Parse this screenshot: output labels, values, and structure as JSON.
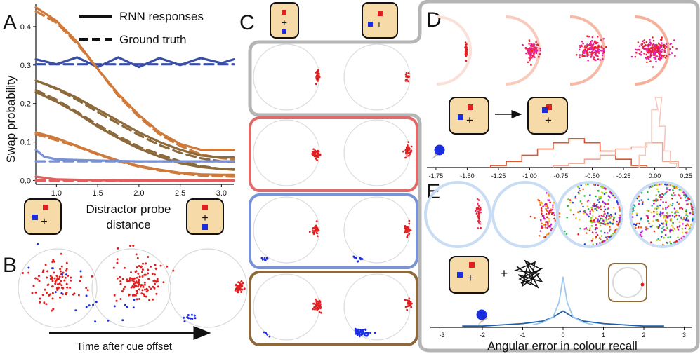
{
  "panels": {
    "A": {
      "letter": "A",
      "ylabel": "Swap probability",
      "xlabel_line1": "Distractor probe",
      "xlabel_line2": "distance",
      "legend": {
        "solid": "RNN responses",
        "dashed": "Ground truth"
      },
      "xticks": [
        "1.0",
        "1.5",
        "2.0",
        "2.5",
        "3.0"
      ],
      "yticks": [
        "0.0",
        "0.1",
        "0.2",
        "0.3",
        "0.4"
      ],
      "colors": {
        "blue": "#3a4fa3",
        "lightblue": "#7890d4",
        "orange": "#cf7a3a",
        "brown": "#8d6a3c",
        "red": "#e06060"
      }
    },
    "B": {
      "letter": "B",
      "arrow_label": "Time after cue offset"
    },
    "C": {
      "letter": "C"
    },
    "D": {
      "letter": "D",
      "xticks": [
        "-1.75",
        "-1.50",
        "-1.25",
        "-1.00",
        "-0.75",
        "-0.50",
        "-0.25",
        "0.00",
        "0.25"
      ]
    },
    "E": {
      "letter": "E",
      "xticks": [
        "-3",
        "-2",
        "-1",
        "0",
        "1",
        "2",
        "3"
      ],
      "xlabel": "Angular error in colour recall",
      "plus": "+"
    }
  },
  "symbols": {
    "fixation_cross": "+"
  },
  "chart_data": [
    {
      "type": "line",
      "title": "",
      "xlabel": "Distractor probe distance",
      "ylabel": "Swap probability",
      "xlim": [
        0.75,
        3.15
      ],
      "ylim": [
        -0.01,
        0.46
      ],
      "legend": [
        "RNN responses",
        "Ground truth"
      ],
      "series": [
        {
          "color": "#3a4fa3",
          "style": "solid",
          "x": [
            0.75,
            1.0,
            1.25,
            1.5,
            1.75,
            2.0,
            2.25,
            2.5,
            2.75,
            3.0,
            3.15
          ],
          "y": [
            0.315,
            0.302,
            0.32,
            0.295,
            0.32,
            0.295,
            0.318,
            0.3,
            0.318,
            0.305,
            0.315
          ]
        },
        {
          "color": "#3a4fa3",
          "style": "dashed",
          "x": [
            0.75,
            3.15
          ],
          "y": [
            0.302,
            0.302
          ]
        },
        {
          "color": "#cf7a3a",
          "style": "solid",
          "x": [
            0.75,
            1.0,
            1.25,
            1.5,
            1.75,
            2.0,
            2.25,
            2.5,
            2.75,
            3.0,
            3.15
          ],
          "y": [
            0.45,
            0.415,
            0.36,
            0.29,
            0.225,
            0.17,
            0.125,
            0.095,
            0.08,
            0.08,
            0.08
          ]
        },
        {
          "color": "#cf7a3a",
          "style": "dashed",
          "x": [
            0.75,
            1.0,
            1.25,
            1.5,
            1.75,
            2.0,
            2.25,
            2.5,
            2.75,
            3.0,
            3.15
          ],
          "y": [
            0.44,
            0.41,
            0.355,
            0.29,
            0.22,
            0.165,
            0.12,
            0.09,
            0.068,
            0.058,
            0.055
          ]
        },
        {
          "color": "#8d6a3c",
          "style": "solid",
          "x": [
            0.75,
            1.0,
            1.25,
            1.5,
            1.75,
            2.0,
            2.25,
            2.5,
            2.75,
            3.0,
            3.15
          ],
          "y": [
            0.23,
            0.205,
            0.175,
            0.14,
            0.11,
            0.083,
            0.062,
            0.045,
            0.035,
            0.03,
            0.03
          ]
        },
        {
          "color": "#8d6a3c",
          "style": "dashed",
          "x": [
            0.75,
            1.0,
            1.25,
            1.5,
            1.75,
            2.0,
            2.25,
            2.5,
            2.75,
            3.0,
            3.15
          ],
          "y": [
            0.235,
            0.21,
            0.178,
            0.145,
            0.115,
            0.088,
            0.068,
            0.05,
            0.038,
            0.03,
            0.028
          ]
        },
        {
          "color": "#8d6a3c",
          "style": "solid",
          "x": [
            0.75,
            1.0,
            1.25,
            1.5,
            1.75,
            2.0,
            2.25,
            2.5,
            2.75,
            3.0,
            3.15
          ],
          "y": [
            0.26,
            0.24,
            0.215,
            0.185,
            0.155,
            0.125,
            0.1,
            0.08,
            0.065,
            0.06,
            0.06
          ]
        },
        {
          "color": "#8d6a3c",
          "style": "dashed",
          "x": [
            0.75,
            1.0,
            1.25,
            1.5,
            1.75,
            2.0,
            2.25,
            2.5,
            2.75,
            3.0,
            3.15
          ],
          "y": [
            0.26,
            0.238,
            0.21,
            0.178,
            0.148,
            0.118,
            0.092,
            0.072,
            0.058,
            0.05,
            0.048
          ]
        },
        {
          "color": "#cf7a3a",
          "style": "solid",
          "x": [
            0.75,
            1.0,
            1.25,
            1.5,
            1.75,
            2.0,
            2.25,
            2.5,
            2.75,
            3.0,
            3.15
          ],
          "y": [
            0.125,
            0.11,
            0.09,
            0.07,
            0.052,
            0.038,
            0.028,
            0.02,
            0.016,
            0.015,
            0.015
          ]
        },
        {
          "color": "#cf7a3a",
          "style": "dashed",
          "x": [
            0.75,
            1.0,
            1.25,
            1.5,
            1.75,
            2.0,
            2.25,
            2.5,
            2.75,
            3.0,
            3.15
          ],
          "y": [
            0.12,
            0.105,
            0.088,
            0.068,
            0.05,
            0.036,
            0.026,
            0.018,
            0.013,
            0.011,
            0.01
          ]
        },
        {
          "color": "#7890d4",
          "style": "solid",
          "x": [
            0.75,
            0.85,
            1.0,
            1.5,
            2.0,
            2.5,
            3.0,
            3.15
          ],
          "y": [
            0.08,
            0.062,
            0.055,
            0.052,
            0.05,
            0.05,
            0.05,
            0.05
          ]
        },
        {
          "color": "#7890d4",
          "style": "dashed",
          "x": [
            0.75,
            3.15
          ],
          "y": [
            0.05,
            0.05
          ]
        },
        {
          "color": "#e06060",
          "style": "solid",
          "x": [
            0.75,
            1.0,
            1.5,
            2.0,
            2.5,
            3.0,
            3.15
          ],
          "y": [
            0.01,
            0.003,
            0.001,
            0.0,
            0.0,
            0.0,
            0.0
          ]
        },
        {
          "color": "#e06060",
          "style": "dashed",
          "x": [
            0.75,
            3.15
          ],
          "y": [
            0.0,
            0.0
          ]
        }
      ]
    },
    {
      "type": "bar",
      "title": "",
      "xlim": [
        -1.8,
        0.3
      ],
      "series": [
        {
          "color": "#e0552f",
          "x": [
            -1.25,
            -1.125,
            -1.0,
            -0.875,
            -0.75,
            -0.625,
            -0.5,
            -0.375,
            -0.25,
            -0.125
          ],
          "y": [
            1,
            3,
            6,
            9,
            12,
            14,
            12,
            8,
            4,
            1
          ]
        },
        {
          "color": "#f2a58f",
          "x": [
            -0.75,
            -0.625,
            -0.5,
            -0.375,
            -0.25,
            -0.125,
            0.0,
            0.125
          ],
          "y": [
            1,
            2,
            4,
            6,
            9,
            10,
            12,
            3
          ]
        },
        {
          "color": "#f6c7ba",
          "x": [
            -0.1,
            -0.05,
            0.0,
            0.03,
            0.06,
            0.1,
            0.15
          ],
          "y": [
            6,
            12,
            28,
            34,
            20,
            8,
            2
          ]
        }
      ]
    },
    {
      "type": "bar",
      "title": "",
      "xlabel": "Angular error in colour recall",
      "xlim": [
        -3.2,
        3.2
      ],
      "series": [
        {
          "color": "#1f5fa8",
          "x": [
            -2.5,
            -2.0,
            -1.5,
            -1.0,
            -0.5,
            -0.25,
            0.0,
            0.25,
            0.5,
            1.0,
            1.5,
            2.0,
            2.5
          ],
          "y": [
            1,
            1,
            2,
            3,
            5,
            8,
            13,
            8,
            5,
            3,
            2,
            1,
            1
          ]
        },
        {
          "color": "#9ec8ee",
          "x": [
            -0.75,
            -0.5,
            -0.25,
            -0.1,
            0.0,
            0.1,
            0.25,
            0.5,
            0.75
          ],
          "y": [
            2,
            4,
            8,
            20,
            40,
            20,
            8,
            4,
            2
          ]
        }
      ]
    }
  ]
}
